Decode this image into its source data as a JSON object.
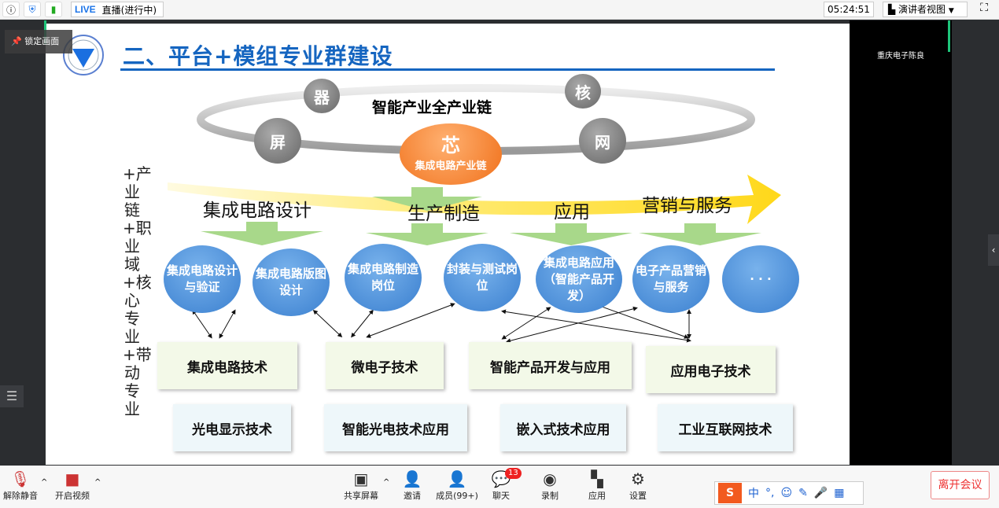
{
  "topbar": {
    "info_icon": "info-icon",
    "shield_icon": "shield-icon",
    "signal_icon": "signal-icon",
    "live_label": "LIVE",
    "live_status": "直播(进行中)",
    "time": "05:24:51",
    "view_mode": "演讲者视图",
    "fullscreen_icon": "fullscreen-icon"
  },
  "lock_label": "锁定画面",
  "speaker_name": "重庆电子陈良",
  "slide": {
    "title": "二、平台+模组专业群建设",
    "chain_label": "智能产业全产业链",
    "gray_circles": [
      "器",
      "核",
      "屏",
      "网"
    ],
    "core": {
      "title": "芯",
      "subtitle": "集成电路产业链"
    },
    "stages": [
      "集成电路设计",
      "生产制造",
      "应用",
      "营销与服务"
    ],
    "positions": [
      "集成电路设计与验证",
      "集成电路版图设计",
      "集成电路制造岗位",
      "封装与测试岗位",
      "集成电路应用（智能产品开发）",
      "电子产品营销与服务",
      "· · ·"
    ],
    "majors_row1": [
      "集成电路技术",
      "微电子技术",
      "智能产品开发与应用",
      "应用电子技术"
    ],
    "majors_row2": [
      "光电显示技术",
      "智能光电技术应用",
      "嵌入式技术应用",
      "工业互联网技术"
    ],
    "vertical_text": "+产业链+职业域+核心专业+带动专业"
  },
  "bottombar": {
    "mute": "解除静音",
    "video": "开启视频",
    "share": "共享屏幕",
    "invite": "邀请",
    "members": "成员(99+)",
    "chat": "聊天",
    "chat_badge": "13",
    "record": "录制",
    "apps": "应用",
    "settings": "设置",
    "leave": "离开会议"
  },
  "ime": {
    "logo": "S",
    "lang": "中",
    "punct": "°,"
  },
  "colors": {
    "title_blue": "#1565c0",
    "core_orange": "#f0701a",
    "circle_blue": "#3a7fcf",
    "leave_red": "#e33"
  }
}
